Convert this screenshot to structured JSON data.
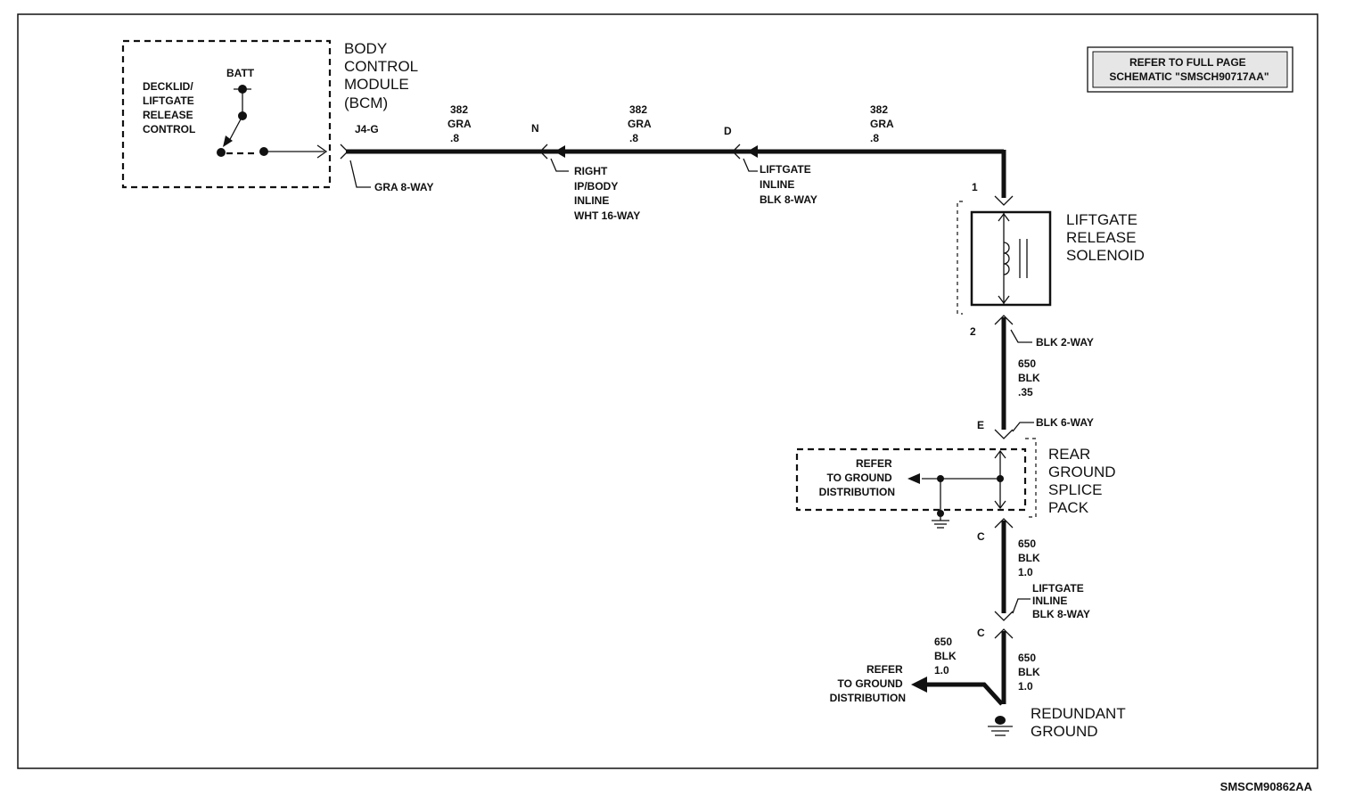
{
  "bcm": {
    "title": [
      "BODY",
      "CONTROL",
      "MODULE",
      "(BCM)"
    ],
    "switch_label": [
      "DECKLID/",
      "LIFTGATE",
      "RELEASE",
      "CONTROL"
    ],
    "batt": "BATT",
    "pin": "J4-G",
    "connector": "GRA 8-WAY"
  },
  "refer_box": [
    "REFER TO FULL PAGE",
    "SCHEMATIC \"SMSCH90717AA\""
  ],
  "wires": {
    "seg1": [
      "382",
      "GRA",
      ".8"
    ],
    "seg2": [
      "382",
      "GRA",
      ".8"
    ],
    "seg3": [
      "382",
      "GRA",
      ".8"
    ],
    "seg4": [
      "650",
      "BLK",
      ".35"
    ],
    "seg5": [
      "650",
      "BLK",
      "1.0"
    ],
    "seg6": [
      "650",
      "BLK",
      "1.0"
    ],
    "seg7": [
      "650",
      "BLK",
      "1.0"
    ]
  },
  "connectors": {
    "n_pin": "N",
    "n_label": [
      "RIGHT",
      "IP/BODY",
      "INLINE",
      "WHT 16-WAY"
    ],
    "d_pin": "D",
    "d_label": [
      "LIFTGATE",
      "INLINE",
      "BLK 8-WAY"
    ],
    "solenoid_pin1": "1",
    "solenoid_pin2": "2",
    "solenoid_conn": "BLK 2-WAY",
    "splice_pin_e": "E",
    "splice_conn": "BLK 6-WAY",
    "splice_pin_c": "C",
    "inline_label": [
      "LIFTGATE",
      "INLINE",
      "BLK 8-WAY"
    ],
    "inline_pin_c": "C"
  },
  "solenoid": [
    "LIFTGATE",
    "RELEASE",
    "SOLENOID"
  ],
  "splice_pack": [
    "REAR",
    "GROUND",
    "SPLICE",
    "PACK"
  ],
  "splice_refer": [
    "REFER",
    "TO GROUND",
    "DISTRIBUTION"
  ],
  "ground_refer": [
    "REFER",
    "TO GROUND",
    "DISTRIBUTION"
  ],
  "redundant_ground": [
    "REDUNDANT",
    "GROUND"
  ],
  "figure_id": "SMSCM90862AA"
}
